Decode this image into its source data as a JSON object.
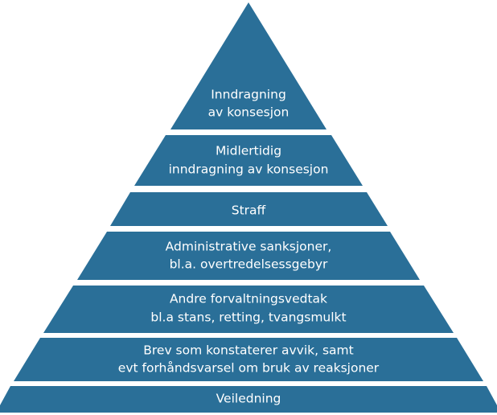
{
  "pyramid": {
    "fill_color": "#2a6f98",
    "text_color": "#ffffff",
    "tiers": [
      {
        "lines": [
          "Inndragning",
          "av konsesjon"
        ]
      },
      {
        "lines": [
          "Midlertidig",
          "inndragning av konsesjon"
        ]
      },
      {
        "lines": [
          "Straff"
        ]
      },
      {
        "lines": [
          "Administrative sanksjoner,",
          "bl.a. overtredelsessgebyr"
        ]
      },
      {
        "lines": [
          "Andre forvaltningsvedtak",
          "bl.a stans, retting, tvangsmulkt"
        ]
      },
      {
        "lines": [
          "Brev som konstaterer avvik, samt",
          "evt forhåndsvarsel om bruk av reaksjoner"
        ]
      },
      {
        "lines": [
          "Veiledning"
        ]
      }
    ]
  }
}
